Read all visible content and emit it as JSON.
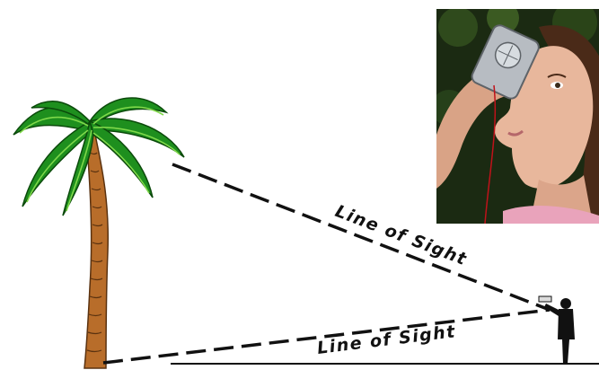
{
  "labels": {
    "upper_line": "Line of Sight",
    "lower_line": "Line of Sight"
  },
  "colors": {
    "frond_green": "#1e8f1e",
    "frond_dark": "#0b4a0b",
    "frond_light": "#7fd84a",
    "trunk": "#b86d2a",
    "trunk_dark": "#5a3210",
    "sight_line": "#111111",
    "ground": "#111111",
    "forest_dark": "#1b2a12",
    "skin": "#e8b79c",
    "hair": "#4a2a18",
    "shirt": "#e9a3bb",
    "cord": "#c0121a",
    "device": "#b7bcc2"
  },
  "icons": {
    "tree": "palm-tree-icon",
    "observer": "observer-figure-icon",
    "photo": "clinometer-photo"
  }
}
